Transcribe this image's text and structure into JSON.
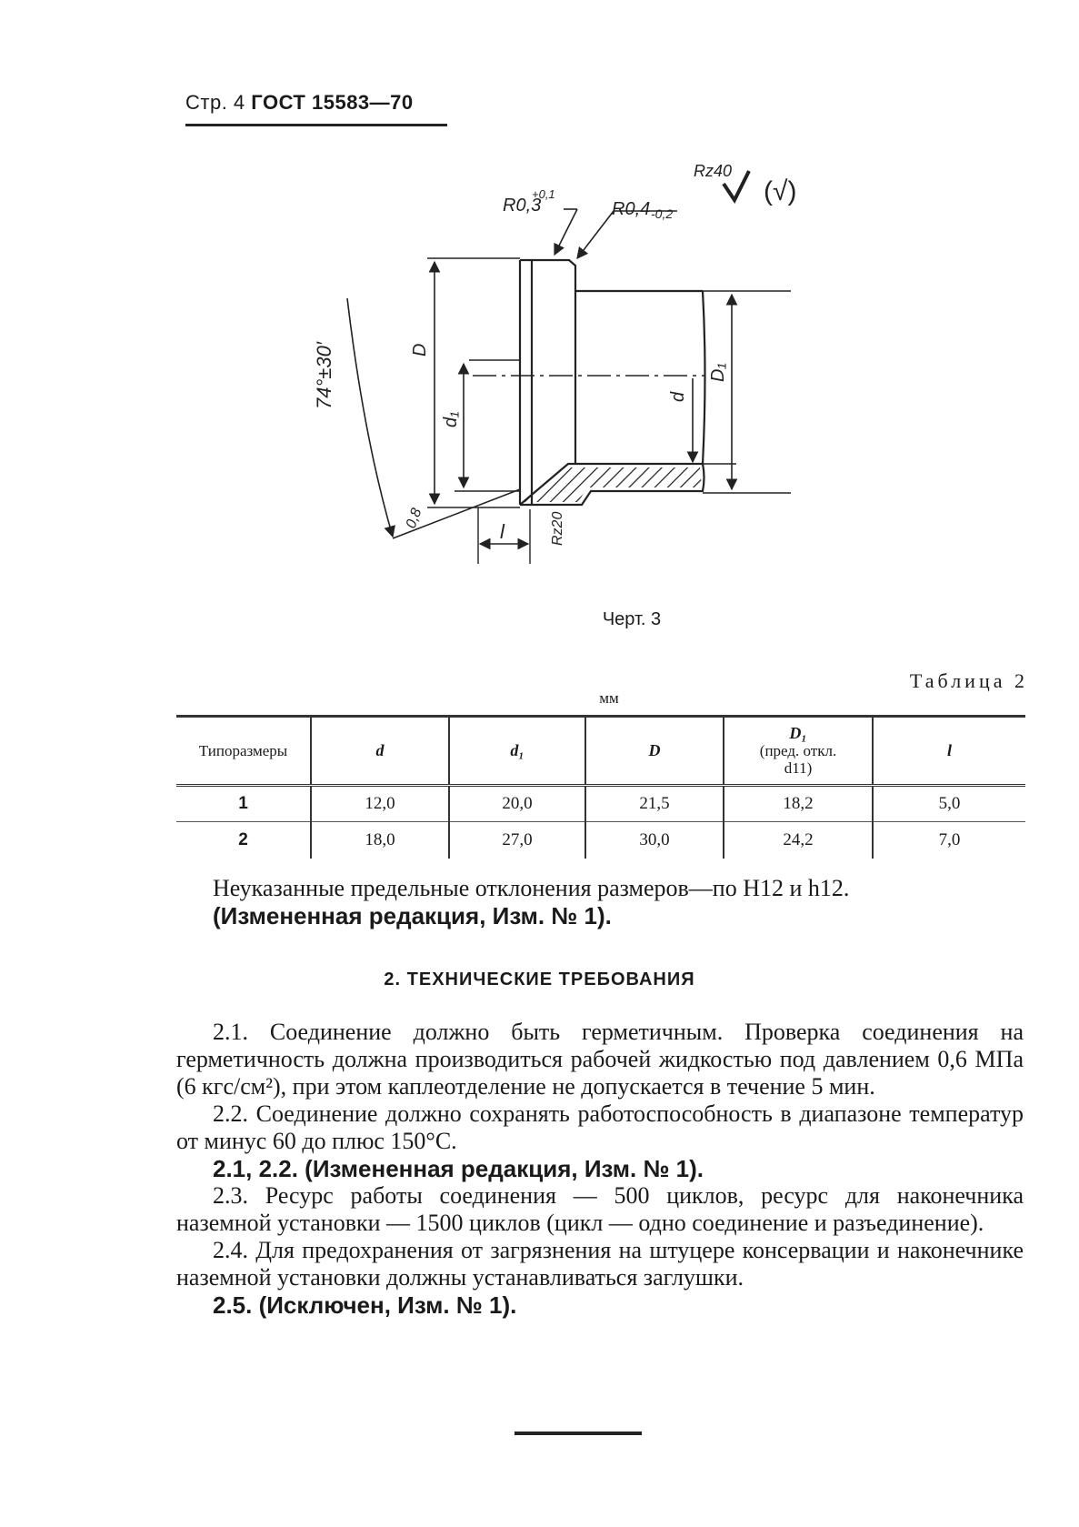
{
  "header": {
    "page": "Стр. 4",
    "standard": "ГОСТ 15583—70"
  },
  "drawing": {
    "labels": {
      "r1": "R0,3",
      "r1_tol": "+0,1",
      "r2": "R0,4",
      "r2_tol": "-0,2",
      "rz40": "Rz40",
      "roughness_general": "(√)",
      "angle": "74°±30′",
      "D": "D",
      "d1": "d₁",
      "d": "d",
      "D1": "D₁",
      "chamfer": "0,8",
      "l": "l",
      "rz20": "Rz20"
    },
    "caption": "Черт. 3"
  },
  "table": {
    "title": "Таблица 2",
    "unit": "мм",
    "headers": [
      {
        "text": "Типоразмеры"
      },
      {
        "sym": "d"
      },
      {
        "sym": "d₁"
      },
      {
        "sym": "D"
      },
      {
        "sym": "D₁",
        "note1": "(пред. откл.",
        "note2": "d11)"
      },
      {
        "sym": "l"
      }
    ],
    "rows": [
      [
        "1",
        "12,0",
        "20,0",
        "21,5",
        "18,2",
        "5,0"
      ],
      [
        "2",
        "18,0",
        "27,0",
        "30,0",
        "24,2",
        "7,0"
      ]
    ]
  },
  "notes": {
    "tolerance": "Неуказанные предельные отклонения размеров—по H12 и h12.",
    "revision": "(Измененная редакция, Изм. № 1)."
  },
  "section": {
    "title": "2. ТЕХНИЧЕСКИЕ ТРЕБОВАНИЯ",
    "p1": "2.1. Соединение должно быть герметичным. Проверка соединения на герметичность должна производиться рабочей жидкостью под давлением 0,6 МПа (6 кгс/см²), при этом каплеотделение не допускается в течение 5 мин.",
    "p2": "2.2. Соединение должно сохранять работоспособность в диапазоне температур от минус 60 до плюс 150°С.",
    "p3": "2.1, 2.2. (Измененная редакция, Изм. № 1).",
    "p4": "2.3. Ресурс работы соединения — 500 циклов, ресурс для наконечника наземной установки — 1500 циклов (цикл — одно соединение и разъединение).",
    "p5": "2.4. Для предохранения от загрязнения на штуцере консервации и наконечнике наземной установки должны устанавливаться заглушки.",
    "p6": "2.5. (Исключен, Изм. № 1)."
  }
}
